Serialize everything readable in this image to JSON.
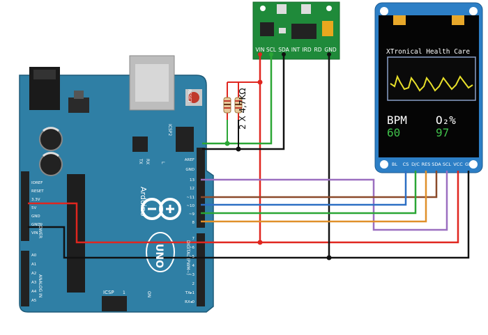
{
  "arduino": {
    "brand": "Arduino",
    "model": "UNO",
    "reset_label": "RESET",
    "icsp2_label": "ICSP2",
    "icsp_label": "ICSP",
    "icsp_pin1": "1",
    "on_label": "ON",
    "tx_label": "TX",
    "rx_label": "RX",
    "l_label": "L",
    "digital_label": "DIGITAL (PWM~)",
    "power_label": "POWER",
    "analog_label": "ANALOG IN",
    "left_pins": [
      "IOREF",
      "RESET",
      "3.3V",
      "5V",
      "GND",
      "GND",
      "VIN"
    ],
    "analog_pins": [
      "A0",
      "A1",
      "A2",
      "A3",
      "A4",
      "A5"
    ],
    "top_right_pins": [
      "AREF",
      "GND",
      "13",
      "12",
      "~11",
      "~10",
      "~9",
      "8"
    ],
    "bottom_right_pins": [
      "7",
      "~6",
      "~5",
      "4",
      "~3",
      "2",
      "TX▸1",
      "RX◂0"
    ]
  },
  "sensor": {
    "pins": [
      "VIN",
      "SCL",
      "SDA",
      "INT",
      "IRD",
      "RD",
      "GND"
    ]
  },
  "resistors": {
    "label": "2 X 4,7KΩ"
  },
  "display": {
    "title": "XTronical Health Care",
    "bpm_label": "BPM",
    "bpm_value": "60",
    "o2_label": "O₂%",
    "o2_value": "97",
    "pins": [
      "BL",
      "CS",
      "D/C",
      "RES",
      "SDA",
      "SCL",
      "VCC",
      "GD"
    ]
  },
  "colors": {
    "board": "#2f7fa5",
    "wire_red": "#e0261f",
    "wire_green": "#2aa635",
    "wire_black": "#111111",
    "wire_purple": "#9b6fc0",
    "wire_brown": "#8b4a2a",
    "wire_blue": "#2c6fc4",
    "wire_orange": "#e0902a",
    "wave": "#e8e02a"
  }
}
